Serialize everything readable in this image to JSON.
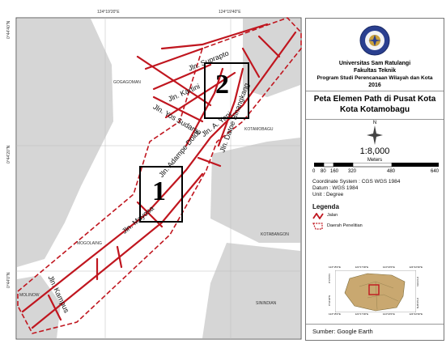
{
  "map": {
    "coords_top": [
      "124°19'20\"E",
      "124°19'40\"E"
    ],
    "coords_left": [
      "0°44'40\"N",
      "0°44'20\"N",
      "0°44'0\"N"
    ],
    "areas": [
      "GOGAGOMAN",
      "KOTAMOBAGU",
      "MOGOLAING",
      "KOTABANGON",
      "SININDIAN",
      "MOLINOW"
    ],
    "roads": [
      "Jln. Suprapto",
      "Jln. Kartini",
      "Jln. Yos Sudarso",
      "Jln. A. Yani",
      "Jln. Adampe Dolot",
      "Jln. Datoe Binangkang",
      "Jln. Mayosa",
      "Jln. Kampus"
    ],
    "zones": [
      "1",
      "2"
    ]
  },
  "panel": {
    "university": "Universitas Sam Ratulangi",
    "faculty": "Fakultas Teknik",
    "program": "Program Studi Perencanaan Wilayah dan Kota",
    "year": "2016",
    "map_title_line1": "Peta Elemen Path di Pusat Kota",
    "map_title_line2": "Kota Kotamobagu",
    "north": "N",
    "scale": "1:8,000",
    "scale_unit": "Meters",
    "scale_ticks": [
      "0",
      "80",
      "160",
      "320",
      "480",
      "640"
    ],
    "coord_system": "Coordinate System : CGS WGS 1984",
    "datum": "Datum : WGS 1984",
    "unit": "Unit : Degree",
    "legend_title": "Legenda",
    "legend_items": [
      "Jalan",
      "Daerah Penelitian"
    ],
    "inset_coords_top": [
      "124°15'0\"E",
      "124°17'30\"E",
      "124°20'0\"E",
      "124°22'30\"E"
    ],
    "inset_coords_bottom": [
      "124°15'0\"E",
      "124°17'30\"E",
      "124°20'0\"E",
      "124°22'30\"E"
    ],
    "inset_coords_left": [
      "0°47'0\"N",
      "0°44'30\"N"
    ],
    "inset_coords_right": [
      "0°47'0\"N",
      "0°44'30\"N"
    ],
    "source": "Sumber: Google Earth"
  },
  "colors": {
    "road": "#c0161f",
    "land": "#d4d4d4",
    "inset_land": "#c9a870"
  }
}
